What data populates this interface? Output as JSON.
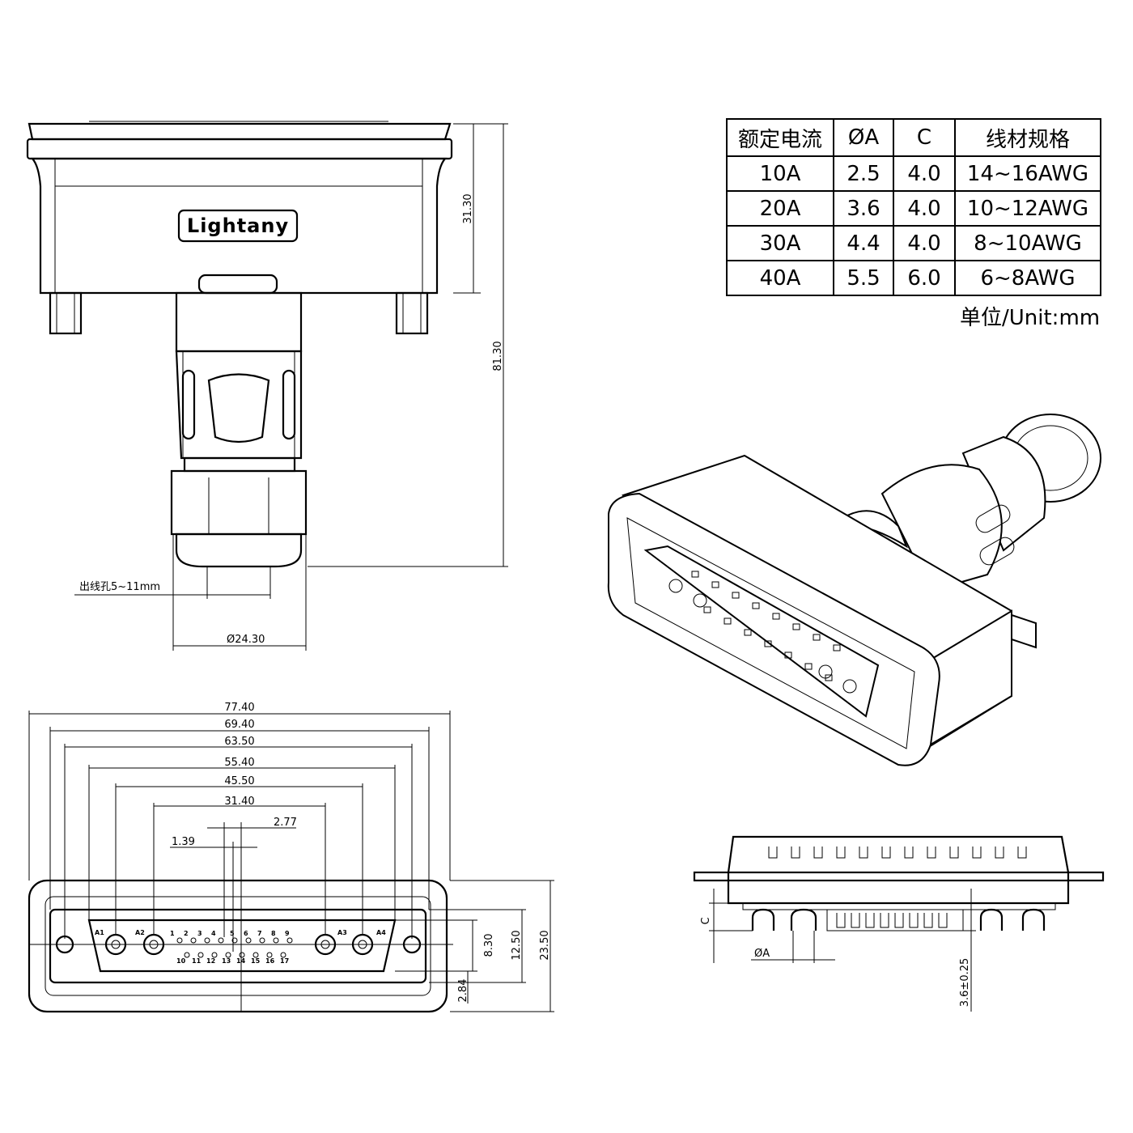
{
  "logo": {
    "text": "Lightany"
  },
  "spec_table": {
    "headers": [
      "额定电流",
      "ØA",
      "C",
      "线材规格"
    ],
    "rows": [
      [
        "10A",
        "2.5",
        "4.0",
        "14~16AWG"
      ],
      [
        "20A",
        "3.6",
        "4.0",
        "10~12AWG"
      ],
      [
        "30A",
        "4.4",
        "4.0",
        "8~10AWG"
      ],
      [
        "40A",
        "5.5",
        "6.0",
        "6~8AWG"
      ]
    ],
    "unit_note": "单位/Unit:mm"
  },
  "side_view": {
    "dim_height_top": "31.30",
    "dim_height_total": "81.30",
    "dim_cable_hole": "出线孔5~11mm",
    "dim_diameter": "Ø24.30"
  },
  "front_view": {
    "widths": [
      "77.40",
      "69.40",
      "63.50",
      "55.40",
      "45.50",
      "31.40"
    ],
    "pitch_a": "2.77",
    "pitch_b": "1.39",
    "heights": [
      "8.30",
      "12.50",
      "23.50"
    ],
    "offset": "2.84",
    "big_pin_labels": [
      "A1",
      "A2",
      "A3",
      "A4"
    ],
    "row1_pins": [
      "1",
      "2",
      "3",
      "4",
      "5",
      "6",
      "7",
      "8",
      "9"
    ],
    "row2_pins": [
      "10",
      "11",
      "12",
      "13",
      "14",
      "15",
      "16",
      "17"
    ]
  },
  "bottom_view": {
    "dim_c": "C",
    "dim_a": "ØA",
    "dim_pin_len": "3.6±0.25"
  }
}
